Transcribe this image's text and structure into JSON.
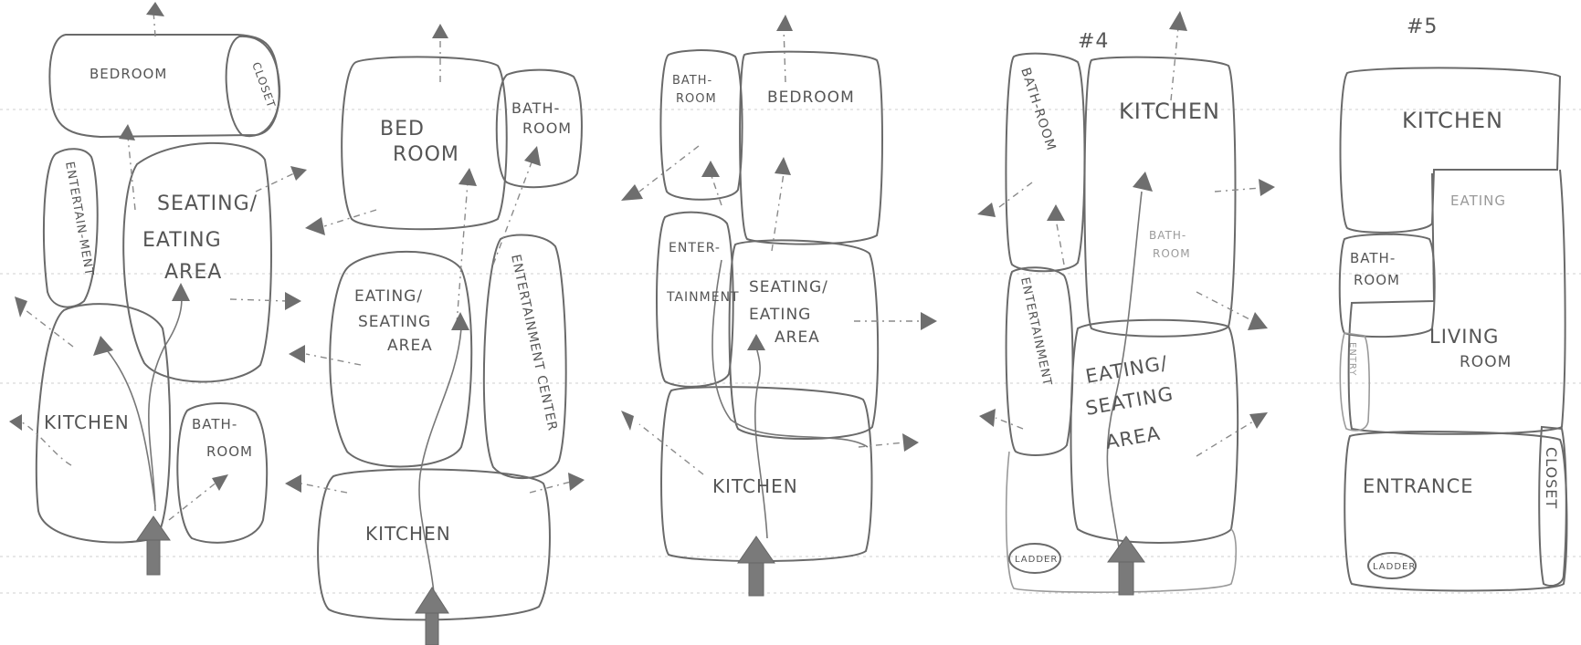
{
  "sketch_numbers": {
    "four": "#4",
    "five": "#5"
  },
  "plan1": {
    "bedroom": "BEDROOM",
    "closet": "CLOSET",
    "entertainment": "ENTERTAIN-MENT",
    "seating_1": "SEATING/",
    "seating_2": "EATING",
    "seating_3": "AREA",
    "kitchen": "KITCHEN",
    "bath_1": "BATH-",
    "bath_2": "ROOM"
  },
  "plan2": {
    "bed_1": "BED",
    "bed_2": "ROOM",
    "bath_1": "BATH-",
    "bath_2": "ROOM",
    "eating_1": "EATING/",
    "eating_2": "SEATING",
    "eating_3": "AREA",
    "entertainment": "ENTERTAINMENT CENTER",
    "kitchen": "KITCHEN"
  },
  "plan3": {
    "bath_1": "BATH-",
    "bath_2": "ROOM",
    "bedroom": "BEDROOM",
    "enter_1": "ENTER-",
    "enter_2": "TAINMENT",
    "seating_1": "SEATING/",
    "seating_2": "EATING",
    "seating_3": "AREA",
    "kitchen": "KITCHEN"
  },
  "plan4": {
    "bathroom": "BATH-ROOM",
    "kitchen": "KITCHEN",
    "bath_faint_1": "BATH-",
    "bath_faint_2": "ROOM",
    "entertainment": "ENTERTAINMENT",
    "eating_1": "EATING/",
    "eating_2": "SEATING",
    "eating_3": "AREA",
    "ladder": "LADDER"
  },
  "plan5": {
    "kitchen": "KITCHEN",
    "eating": "EATING",
    "bath_1": "BATH-",
    "bath_2": "ROOM",
    "living_1": "LIVING",
    "living_2": "ROOM",
    "entry": "ENTRY",
    "entrance": "ENTRANCE",
    "closet": "CLOSET",
    "ladder": "LADDER"
  }
}
